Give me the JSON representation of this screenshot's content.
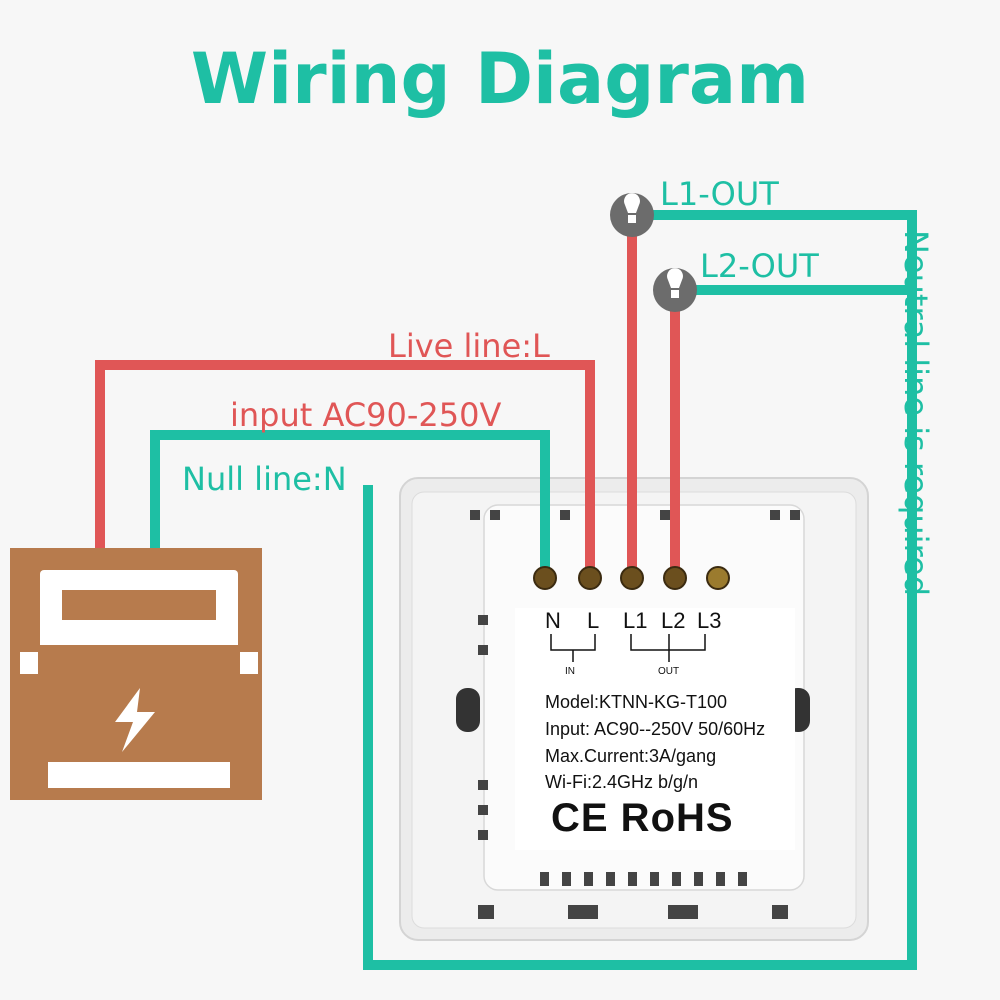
{
  "title": "Wiring Diagram",
  "labels": {
    "l1_out": "L1-OUT",
    "l2_out": "L2-OUT",
    "live_line": "Live line:L",
    "input_voltage": "input AC90-250V",
    "null_line": "Null line:N",
    "neutral_required": "Neutral line is required"
  },
  "switch_label": {
    "terminals": [
      "N",
      "L",
      "L1",
      "L2",
      "L3"
    ],
    "in_group": "IN",
    "out_group": "OUT",
    "model": "Model:KTNN-KG-T100",
    "input": "Input:  AC90--250V 50/60Hz",
    "max_current": "Max.Current:3A/gang",
    "wifi": "Wi-Fi:2.4GHz  b/g/n",
    "certifications": "CE RoHS"
  },
  "colors": {
    "live_wire": "#e05656",
    "neutral_wire": "#1ebfa4",
    "title": "#1ebfa4",
    "meter": "#b77b4d",
    "bulb": "#6c6c6c"
  },
  "icons": [
    "lightbulb-icon",
    "lightning-icon",
    "electric-meter-icon"
  ]
}
